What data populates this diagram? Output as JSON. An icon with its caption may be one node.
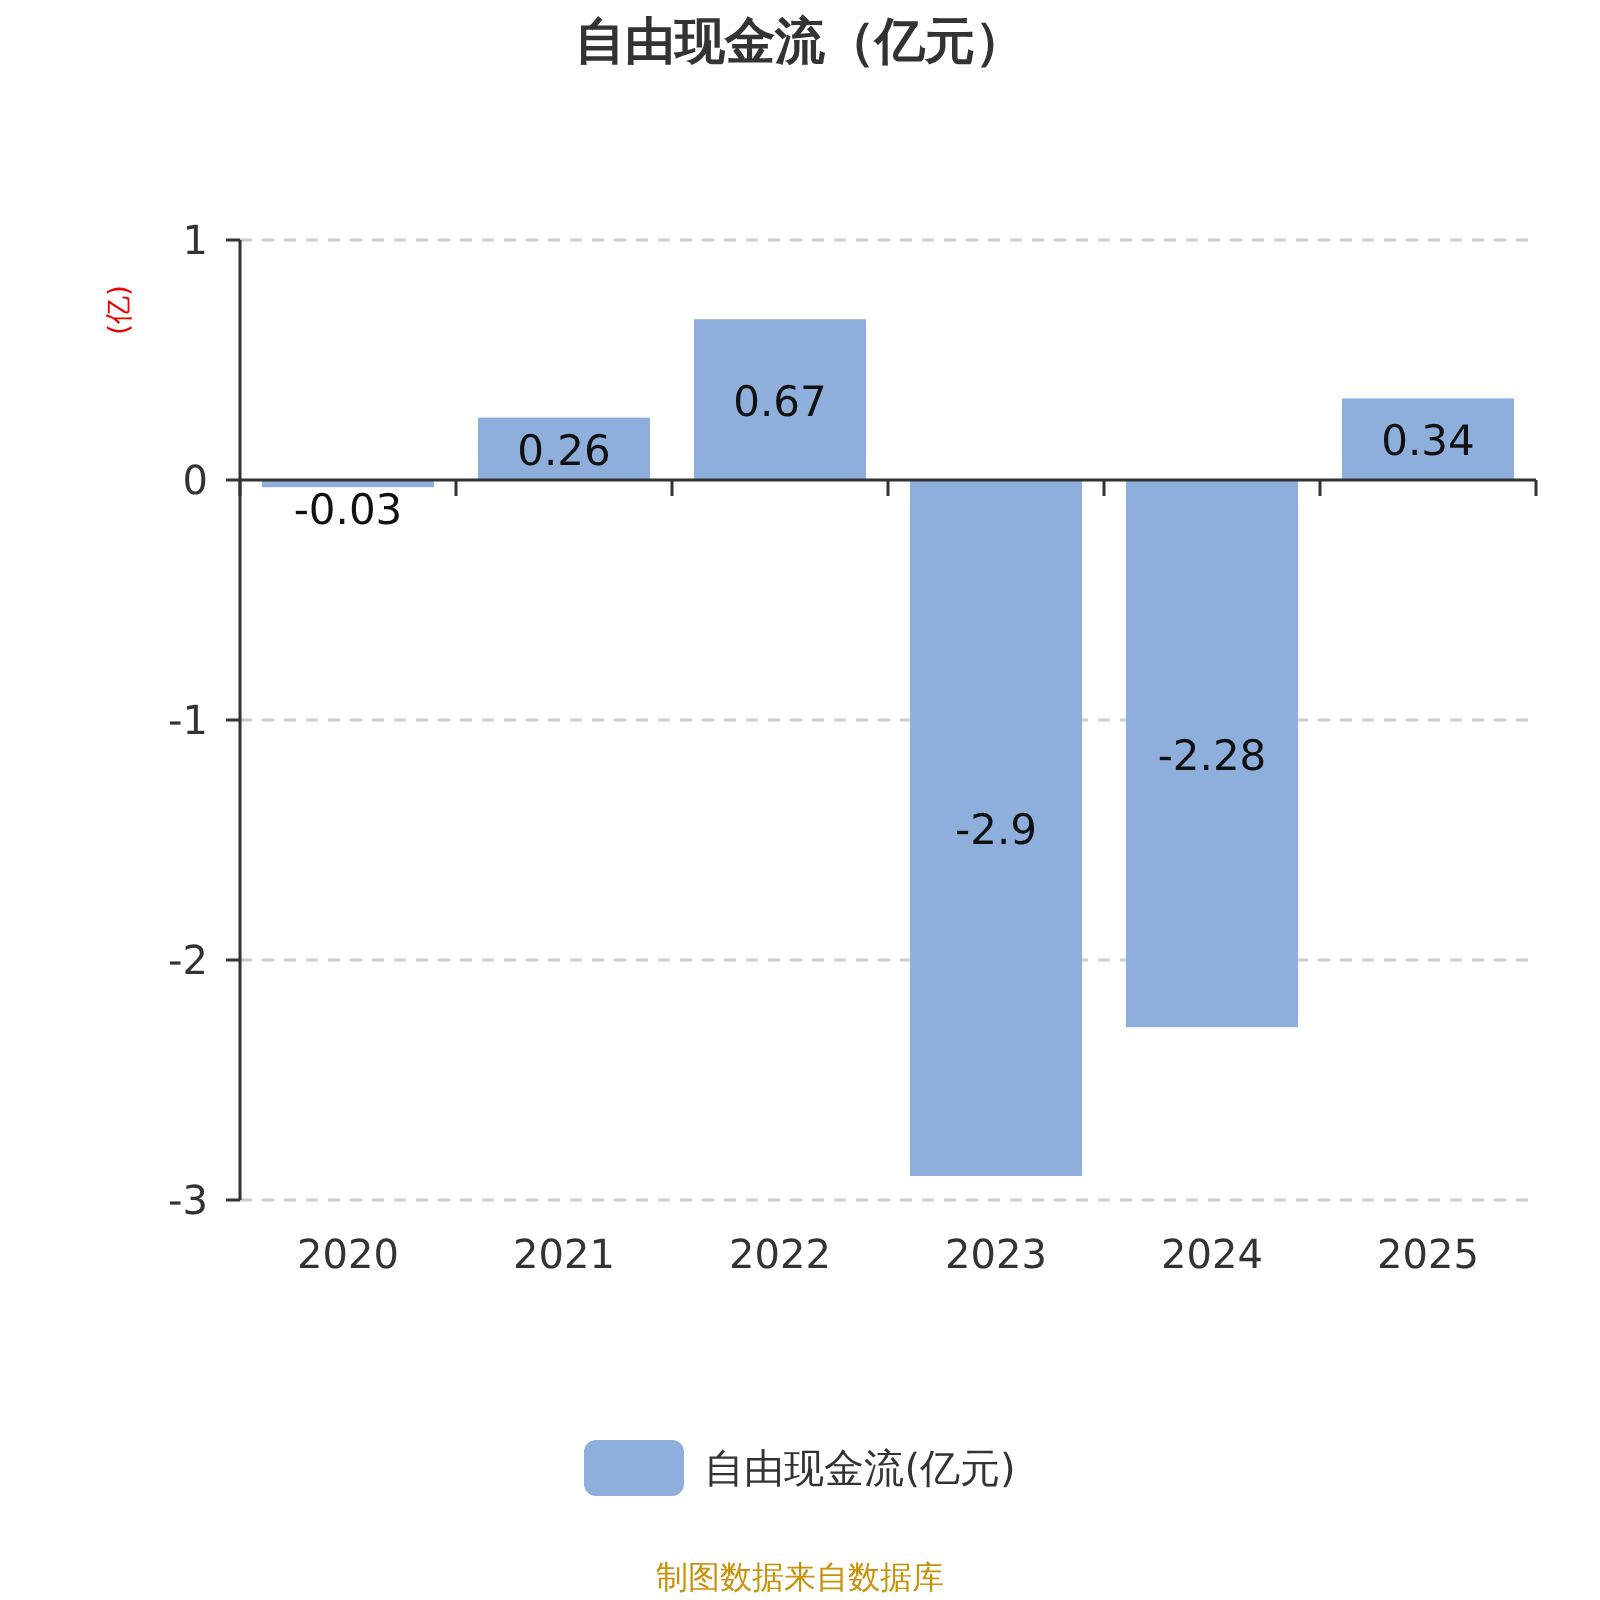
{
  "diagram": {
    "title": "自由现金流（亿元）",
    "chart_data": {
      "type": "bar",
      "ylabel": "(亿)",
      "categories": [
        "2020",
        "2021",
        "2022",
        "2023",
        "2024",
        "2025"
      ],
      "series": [
        {
          "color": "#8eaedb",
          "values": [
            -0.03,
            0.26,
            0.67,
            -2.9,
            -2.28,
            0.34
          ]
        }
      ],
      "ylim": [
        -3,
        1
      ],
      "yticks": [
        -3,
        -2,
        -1,
        0,
        1
      ],
      "data_labels": true
    },
    "legend": [
      {
        "text": "自由现金流(亿元)",
        "color": "#8eaedb"
      }
    ],
    "labels": [
      "制图数据来自数据库"
    ]
  }
}
